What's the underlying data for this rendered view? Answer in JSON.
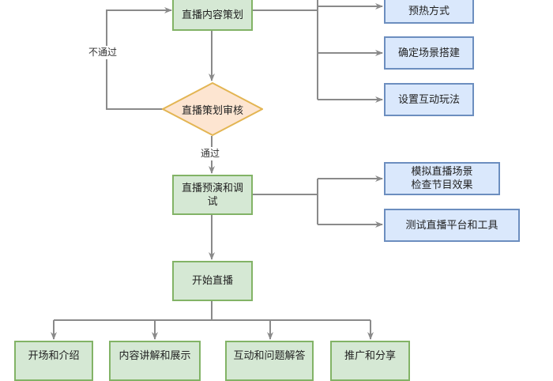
{
  "diagram": {
    "type": "flowchart",
    "colors": {
      "process_fill": "#d5e8d4",
      "process_stroke": "#82b366",
      "detail_fill": "#dae8fc",
      "detail_stroke": "#6c8ebf",
      "decision_fill": "#fde5d1",
      "decision_stroke": "#e3b553",
      "edge": "#8a8a8a"
    },
    "nodes": {
      "plan": {
        "label": "直播内容策划"
      },
      "review": {
        "label": "直播策划审核"
      },
      "rehearse": {
        "label": "直播预演和调试"
      },
      "start": {
        "label": "开始直播"
      },
      "warmup": {
        "label": "预热方式"
      },
      "scene": {
        "label": "确定场景搭建"
      },
      "interact_setup": {
        "label": "设置互动玩法"
      },
      "simulate_line1": {
        "label": "模拟直播场景"
      },
      "simulate_line2": {
        "label": "检查节目效果"
      },
      "test_tools": {
        "label": "测试直播平台和工具"
      },
      "opening": {
        "label": "开场和介绍"
      },
      "content": {
        "label": "内容讲解和展示"
      },
      "qa": {
        "label": "互动和问题解答"
      },
      "promo": {
        "label": "推广和分享"
      }
    },
    "edge_labels": {
      "fail": "不通过",
      "pass": "通过"
    },
    "edges": [
      {
        "from": "plan",
        "to": "review"
      },
      {
        "from": "review",
        "to": "plan",
        "label": "不通过"
      },
      {
        "from": "review",
        "to": "rehearse",
        "label": "通过"
      },
      {
        "from": "plan",
        "to": "warmup"
      },
      {
        "from": "plan",
        "to": "scene"
      },
      {
        "from": "plan",
        "to": "interact_setup"
      },
      {
        "from": "rehearse",
        "to": "simulate"
      },
      {
        "from": "rehearse",
        "to": "test_tools"
      },
      {
        "from": "rehearse",
        "to": "start"
      },
      {
        "from": "start",
        "to": "opening"
      },
      {
        "from": "start",
        "to": "content"
      },
      {
        "from": "start",
        "to": "qa"
      },
      {
        "from": "start",
        "to": "promo"
      }
    ]
  }
}
